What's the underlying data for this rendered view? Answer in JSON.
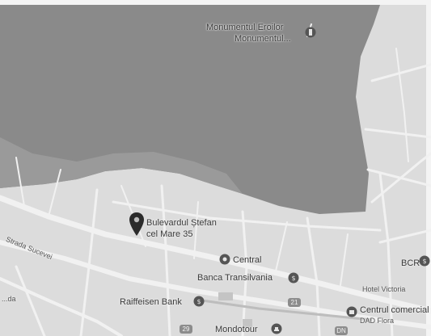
{
  "map": {
    "colors": {
      "land": "#dcdcdc",
      "forest": "#8a8a8a",
      "road": "#f1f1f1",
      "text": "#3a3a3a",
      "poi": "#555555"
    },
    "pin": {
      "label_line1": "Bulevardul Ștefan",
      "label_line2": "cel Mare 35",
      "icon": "map-marker-icon"
    },
    "places": {
      "monument_line1": "Monumentul Eroilor",
      "monument_line2": "Monumentul...",
      "central": "Central",
      "banca": "Banca Transilvania",
      "hotel": "Hotel Victoria",
      "raiffeisen": "Raiffeisen Bank",
      "centru_line1": "Centrul comercial",
      "centru_line2": "DAD Flora",
      "mondotour": "Mondotour",
      "bcr": "BCR"
    },
    "streets": {
      "left_street": "Strada Sucevei",
      "bottom_left": "...da"
    },
    "shields": [
      "21",
      "29",
      "DN"
    ]
  }
}
